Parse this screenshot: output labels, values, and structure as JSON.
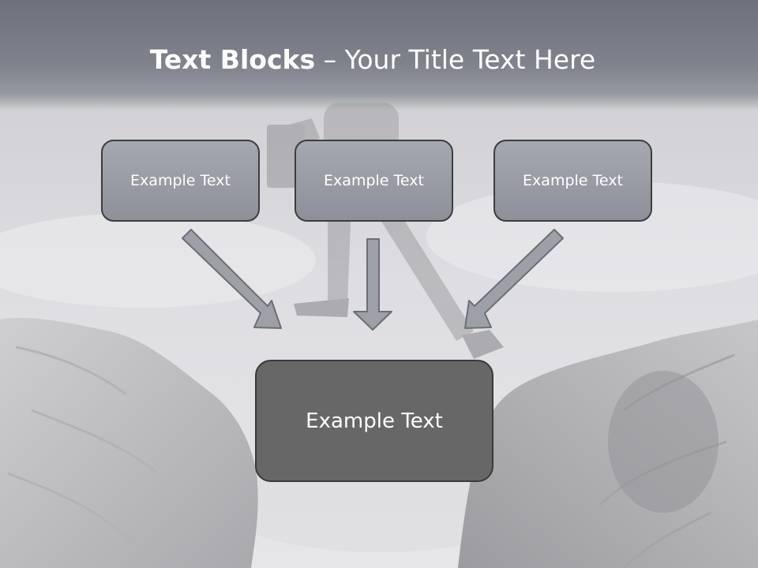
{
  "title": {
    "bold": "Text Blocks",
    "separator": " – ",
    "regular": "Your Title Text Here"
  },
  "blocks": [
    {
      "label": "Example Text"
    },
    {
      "label": "Example Text"
    },
    {
      "label": "Example Text"
    }
  ],
  "main_block": {
    "label": "Example Text"
  },
  "colors": {
    "box_fill": "#9a9ca5",
    "box_border": "#3b3d44",
    "main_box_fill": "#676767",
    "arrow_fill": "#9ea0a8",
    "arrow_stroke": "#6c6e76"
  }
}
